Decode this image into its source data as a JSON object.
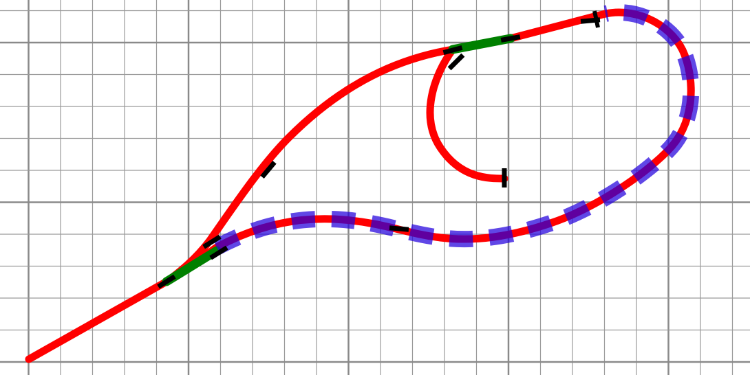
{
  "diagram": {
    "kind": "railway-track-plan",
    "background": "#ffffff",
    "grid": {
      "shown": true,
      "minor_color": "#9a9a9a",
      "major_color": "#8a8a8a"
    },
    "colors": {
      "track": "#ff0000",
      "occupied_section": "#2200dd",
      "switch_segment": "#008000",
      "marker": "#000000"
    },
    "segments": [
      {
        "name": "track-main-line",
        "style": "track",
        "layer": 1
      },
      {
        "name": "track-loop-lower",
        "style": "track",
        "layer": 1
      },
      {
        "name": "track-upper-curve",
        "style": "track",
        "layer": 1
      },
      {
        "name": "track-inner-spiral",
        "style": "track",
        "layer": 1
      },
      {
        "name": "switch-segment-lower",
        "style": "switch_segment",
        "layer": 2
      },
      {
        "name": "switch-segment-upper",
        "style": "switch_segment",
        "layer": 2
      },
      {
        "name": "occupied-section",
        "style": "occupied_section",
        "layer": 3
      }
    ],
    "markers": [
      {
        "name": "marker-tick-1"
      },
      {
        "name": "marker-tick-2"
      },
      {
        "name": "marker-tick-3"
      },
      {
        "name": "marker-tick-4"
      },
      {
        "name": "marker-tick-5"
      },
      {
        "name": "marker-tick-6"
      },
      {
        "name": "marker-tick-7"
      },
      {
        "name": "marker-tick-8"
      },
      {
        "name": "marker-tick-9"
      },
      {
        "name": "marker-tick-10"
      }
    ]
  }
}
